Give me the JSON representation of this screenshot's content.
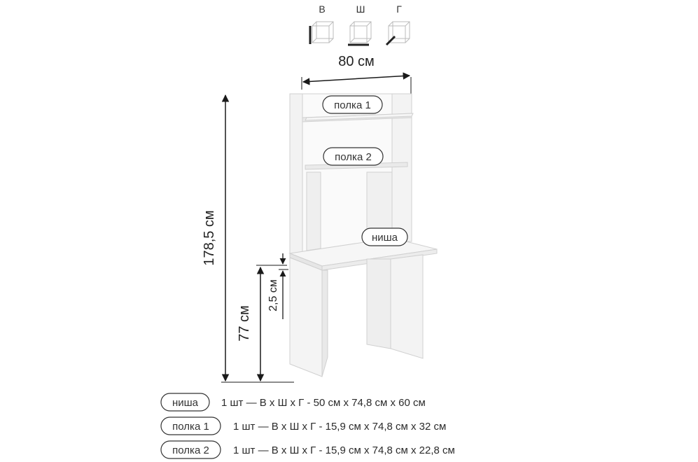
{
  "axes_icons": [
    {
      "label": "В"
    },
    {
      "label": "Ш"
    },
    {
      "label": "Г"
    }
  ],
  "dimensions": {
    "width": "80 см",
    "height_total": "178,5 см",
    "height_table": "77 см",
    "tabletop_thickness": "2,5 см"
  },
  "callouts": {
    "shelf1": "полка 1",
    "shelf2": "полка 2",
    "niche": "ниша"
  },
  "legend": [
    {
      "tag": "ниша",
      "text": "1 шт — В х Ш х Г - 50 см х 74,8 см х 60 см"
    },
    {
      "tag": "полка 1",
      "text": "1 шт — В х Ш х Г - 15,9 см х 74,8 см х 32 см"
    },
    {
      "tag": "полка 2",
      "text": "1 шт — В х Ш х Г - 15,9 см х 74,8 см х 22,8 см"
    }
  ],
  "colors": {
    "panel_fill": "#f7f7f7",
    "panel_shade": "#ececec",
    "outline": "#cfcfcf",
    "dim_line": "#1a1a1a"
  }
}
